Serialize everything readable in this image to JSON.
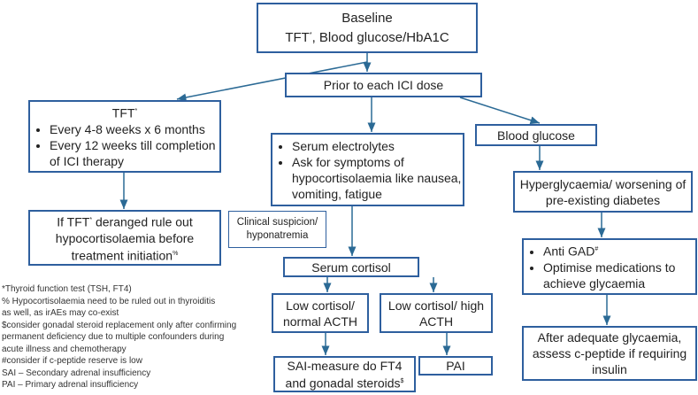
{
  "colors": {
    "border": "#2e5f9e",
    "arrow": "#2b6a95"
  },
  "baseline": {
    "title": "Baseline",
    "line2": "TFT",
    "sup": "*",
    "line2_rest": ", Blood glucose/HbA1C"
  },
  "prior": {
    "label": "Prior to each ICI dose"
  },
  "tft": {
    "title": "TFT",
    "sup": "*",
    "items": [
      "Every 4-8 weeks x 6 months",
      "Every 12 weeks till completion of ICI therapy"
    ]
  },
  "tft_deranged": {
    "pre": "If TFT",
    "sup": "*",
    "rest": " deranged rule out hypocortisolaemia before treatment initiation",
    "sup2": "%"
  },
  "electrolytes": {
    "items": [
      "Serum electrolytes",
      "Ask for symptoms of hypocortisolaemia like nausea, vomiting, fatigue"
    ]
  },
  "clinical": {
    "label": "Clinical suspicion/ hyponatremia"
  },
  "cortisol": {
    "label": "Serum cortisol"
  },
  "low_normal": {
    "label": "Low cortisol/ normal ACTH"
  },
  "low_high": {
    "label": "Low cortisol/ high ACTH"
  },
  "sai": {
    "label": "SAI-measure do FT4 and gonadal steroids",
    "sup": "$"
  },
  "pai": {
    "label": "PAI"
  },
  "glucose": {
    "label": "Blood glucose"
  },
  "hyper": {
    "label": "Hyperglycaemia/ worsening of pre-existing diabetes"
  },
  "gad": {
    "item1": "Anti GAD",
    "sup": "#",
    "item2": "Optimise medications to achieve glycaemia"
  },
  "after": {
    "label": "After adequate glycaemia, assess c-peptide if requiring insulin"
  },
  "footnotes": [
    "*Thyroid function test (TSH, FT4)",
    "% Hypocortisolaemia need to be ruled out in thyroiditis as well, as irAEs may co-exist",
    "$consider gonadal steroid replacement only after confirming permanent deficiency due to multiple confounders during acute illness and chemotherapy",
    "#consider if c-peptide reserve is low",
    "SAI – Secondary adrenal insufficiency",
    "PAI – Primary adrenal insufficiency"
  ]
}
